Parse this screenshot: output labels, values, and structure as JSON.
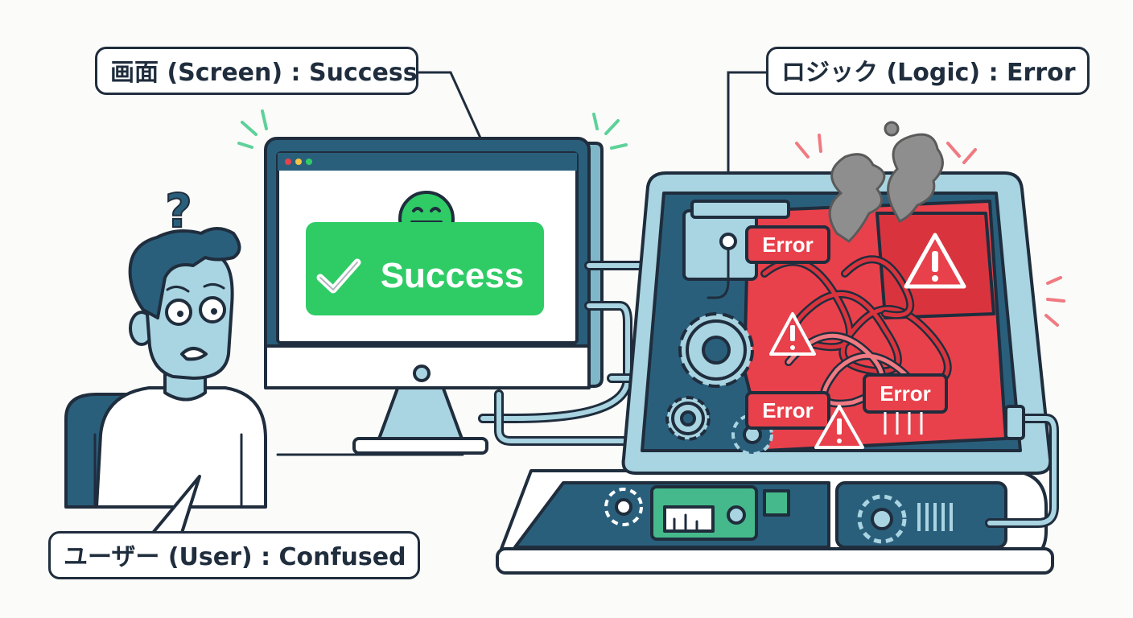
{
  "callouts": {
    "screen": "画面 (Screen) : Success",
    "logic": "ロジック (Logic) : Error",
    "user": "ユーザー (User) : Confused"
  },
  "monitor": {
    "success_label": "Success",
    "icons": [
      "window-dots",
      "smiley-face-icon",
      "checkmark-icon"
    ]
  },
  "logic_panel": {
    "error_tags": [
      "Error",
      "Error",
      "Error"
    ],
    "icons": [
      "warning-triangle-icon",
      "gear-icon",
      "smoke"
    ]
  },
  "user": {
    "question_mark": "?"
  },
  "colors": {
    "outline": "#1f2d3d",
    "success_green": "#2fcc66",
    "error_red": "#e8414b",
    "dark_teal": "#2a5f7c",
    "light_blue": "#a9d4e1",
    "smoke_gray": "#8e8e8e"
  }
}
